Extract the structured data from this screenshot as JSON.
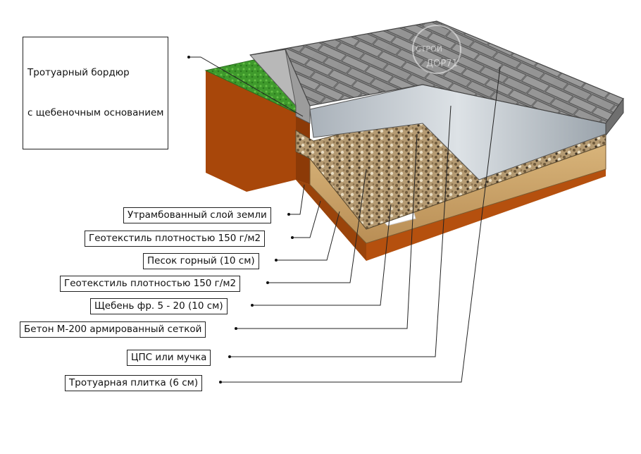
{
  "logo": {
    "line1": "СТРОЙ",
    "line2": "ДОР71"
  },
  "labels": {
    "curb_line1": "Тротуарный бордюр",
    "curb_line2": "с щебеночным основанием",
    "compacted_soil": "Утрамбованный слой земли",
    "geotextile_1": "Геотекстиль плотностью 150 г/м2",
    "sand": "Песок горный (10 см)",
    "geotextile_2": "Геотекстиль плотностью 150 г/м2",
    "gravel": "Щебень фр. 5 - 20 (10 см)",
    "concrete": "Бетон М-200 армированный сеткой",
    "dsp": "ЦПС или мучка",
    "paving": "Тротуарная плитка (6 см)"
  },
  "colors": {
    "soil": "#b5500e",
    "grass": "#3f9a2c",
    "paving_tile": "#8c8c8c",
    "concrete": "#d0d4d8",
    "sand": "#c9a36a",
    "gravel": "#a9916b",
    "geotextile": "#ffffff"
  }
}
